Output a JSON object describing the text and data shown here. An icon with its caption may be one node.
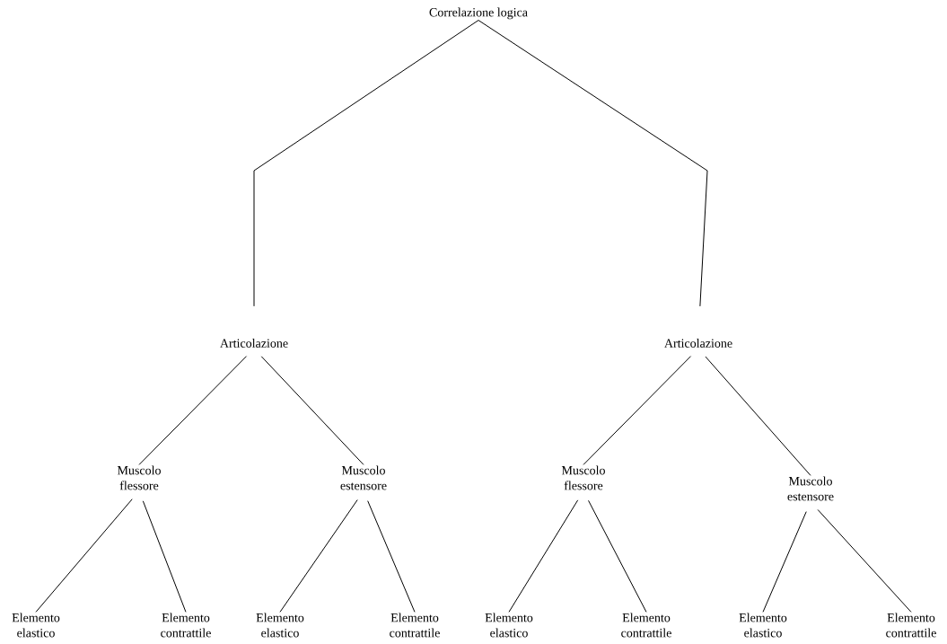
{
  "diagram": {
    "nodes": [
      {
        "text": [
          "Correlazione logica"
        ]
      },
      {
        "text": [
          "Articolazione"
        ]
      },
      {
        "text": [
          "Articolazione"
        ]
      },
      {
        "text": [
          "Muscolo flessore"
        ]
      },
      {
        "text": [
          "Muscolo estensore"
        ]
      },
      {
        "text": [
          "Muscolo flessore"
        ]
      },
      {
        "text": [
          "Muscolo estensore"
        ]
      },
      {
        "text": [
          "Elemento elastico"
        ]
      },
      {
        "text": [
          "Elemento contrattile"
        ]
      },
      {
        "text": [
          "Elemento elastico"
        ]
      },
      {
        "text": [
          "Elemento contrattile"
        ]
      },
      {
        "text": [
          "Elemento elastico"
        ]
      },
      {
        "text": [
          "Elemento contrattile"
        ]
      },
      {
        "text": [
          "Elemento elastico"
        ]
      },
      {
        "text": [
          "Elemento contrattile"
        ]
      }
    ],
    "edges": [
      {
        "from": 0,
        "to": 1,
        "arrow": "none"
      },
      {
        "from": 0,
        "to": 2,
        "arrow": "none"
      },
      {
        "from": 1,
        "to": 3,
        "arrow": "none"
      },
      {
        "from": 1,
        "to": 4,
        "arrow": "none"
      },
      {
        "from": 2,
        "to": 5,
        "arrow": "none"
      },
      {
        "from": 2,
        "to": 6,
        "arrow": "none"
      },
      {
        "from": 3,
        "to": 7,
        "arrow": "none"
      },
      {
        "from": 3,
        "to": 8,
        "arrow": "none"
      },
      {
        "from": 4,
        "to": 9,
        "arrow": "none"
      },
      {
        "from": 4,
        "to": 10,
        "arrow": "none"
      },
      {
        "from": 5,
        "to": 11,
        "arrow": "none"
      },
      {
        "from": 5,
        "to": 12,
        "arrow": "none"
      },
      {
        "from": 6,
        "to": 13,
        "arrow": "none"
      },
      {
        "from": 6,
        "to": 14,
        "arrow": "none"
      }
    ]
  }
}
